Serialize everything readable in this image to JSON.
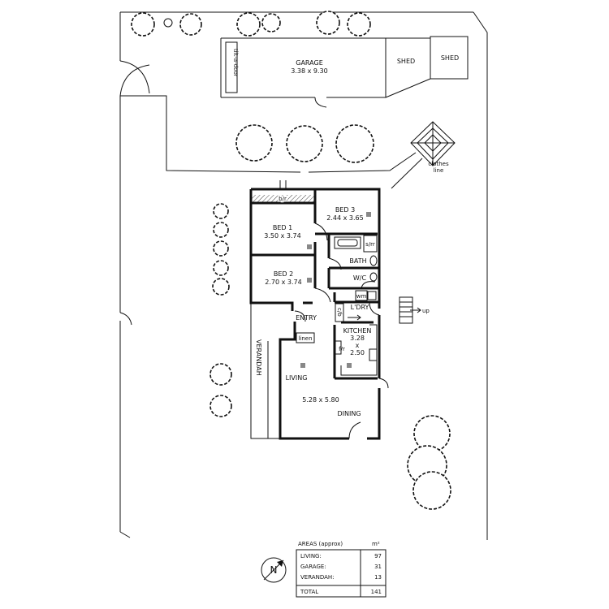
{
  "garage": {
    "label": "GARAGE",
    "size": "3.38 x 9.30",
    "door": "tilt-a-door"
  },
  "shed_1": "SHED",
  "shed_2": "SHED",
  "clothes_line": [
    "clothes",
    "line"
  ],
  "rooms": {
    "bed1": {
      "label": "BED 1",
      "size": "3.50 x 3.74",
      "robe": "b/r"
    },
    "bed2": {
      "label": "BED 2",
      "size": "2.70 x 3.74"
    },
    "bed3": {
      "label": "BED 3",
      "size": "2.44 x 3.65"
    },
    "bath": {
      "label": "BATH",
      "shower": "s/rr"
    },
    "wc": "W/C",
    "laundry": {
      "label": "L'DRY",
      "wm": "wm",
      "cupboard": "c/b"
    },
    "entry": "ENTRY",
    "linen": "linen",
    "kitchen": {
      "label": "KITCHEN",
      "w": "3.28",
      "x": "x",
      "d": "2.50",
      "fridge": "f/r"
    },
    "living": "LIVING",
    "living_size": "5.28 x 5.80",
    "dining": "DINING",
    "verandah": "VERANDAH"
  },
  "steps_label": "up",
  "north": "N",
  "areas": {
    "title": "AREAS (approx)",
    "unit": "m²",
    "rows": [
      {
        "label": "LIVING:",
        "value": "97"
      },
      {
        "label": "GARAGE:",
        "value": "31"
      },
      {
        "label": "VERANDAH:",
        "value": "13"
      }
    ],
    "total_label": "TOTAL",
    "total_value": "141"
  }
}
